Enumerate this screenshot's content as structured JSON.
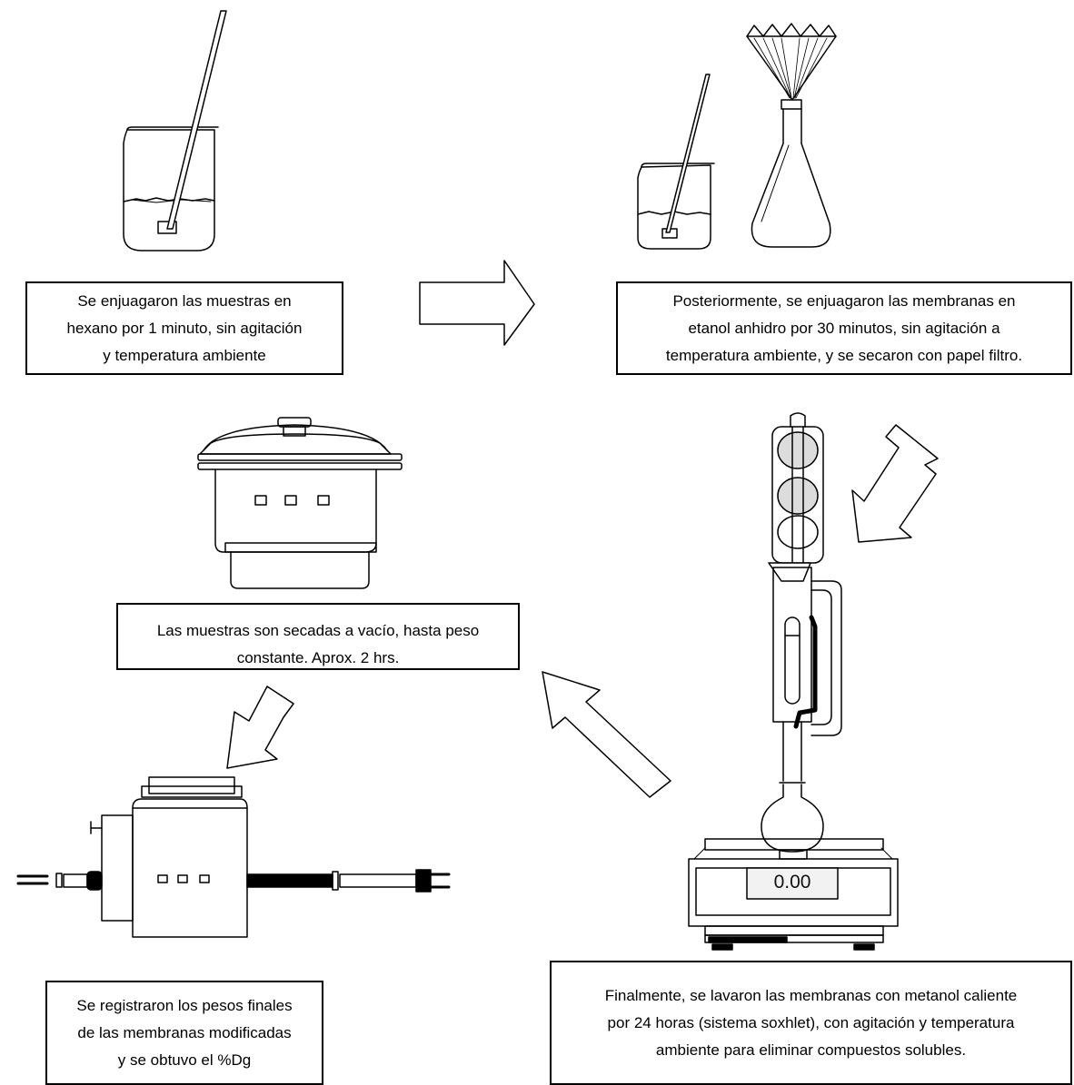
{
  "steps": {
    "rinse_hexane": {
      "lines": [
        "Se enjuagaron las muestras en",
        "hexano por 1 minuto, sin agitación",
        "y temperatura ambiente"
      ]
    },
    "rinse_ethanol": {
      "lines": [
        "Posteriormente, se enjuagaron las membranas en",
        "etanol anhidro por 30 minutos, sin agitación  a",
        "temperatura ambiente, y se secaron con papel filtro."
      ]
    },
    "vacuum_dry": {
      "lines": [
        "Las muestras son secadas a  vacío, hasta peso",
        "constante. Aprox. 2 hrs."
      ]
    },
    "weigh_final": {
      "lines": [
        "Se registraron los pesos finales",
        "de las membranas modificadas",
        "y se obtuvo el %Dg"
      ]
    },
    "soxhlet_wash": {
      "lines": [
        "Finalmente, se lavaron las membranas con metanol caliente",
        "por 24 horas (sistema soxhlet), con agitación  y temperatura",
        "ambiente para eliminar compuestos solubles."
      ]
    }
  },
  "balance_display": "0.00",
  "colors": {
    "stroke": "#000000",
    "fill": "#ffffff",
    "bulb_gray": "#dcdcdc",
    "display_gray": "#f2f2f2"
  }
}
